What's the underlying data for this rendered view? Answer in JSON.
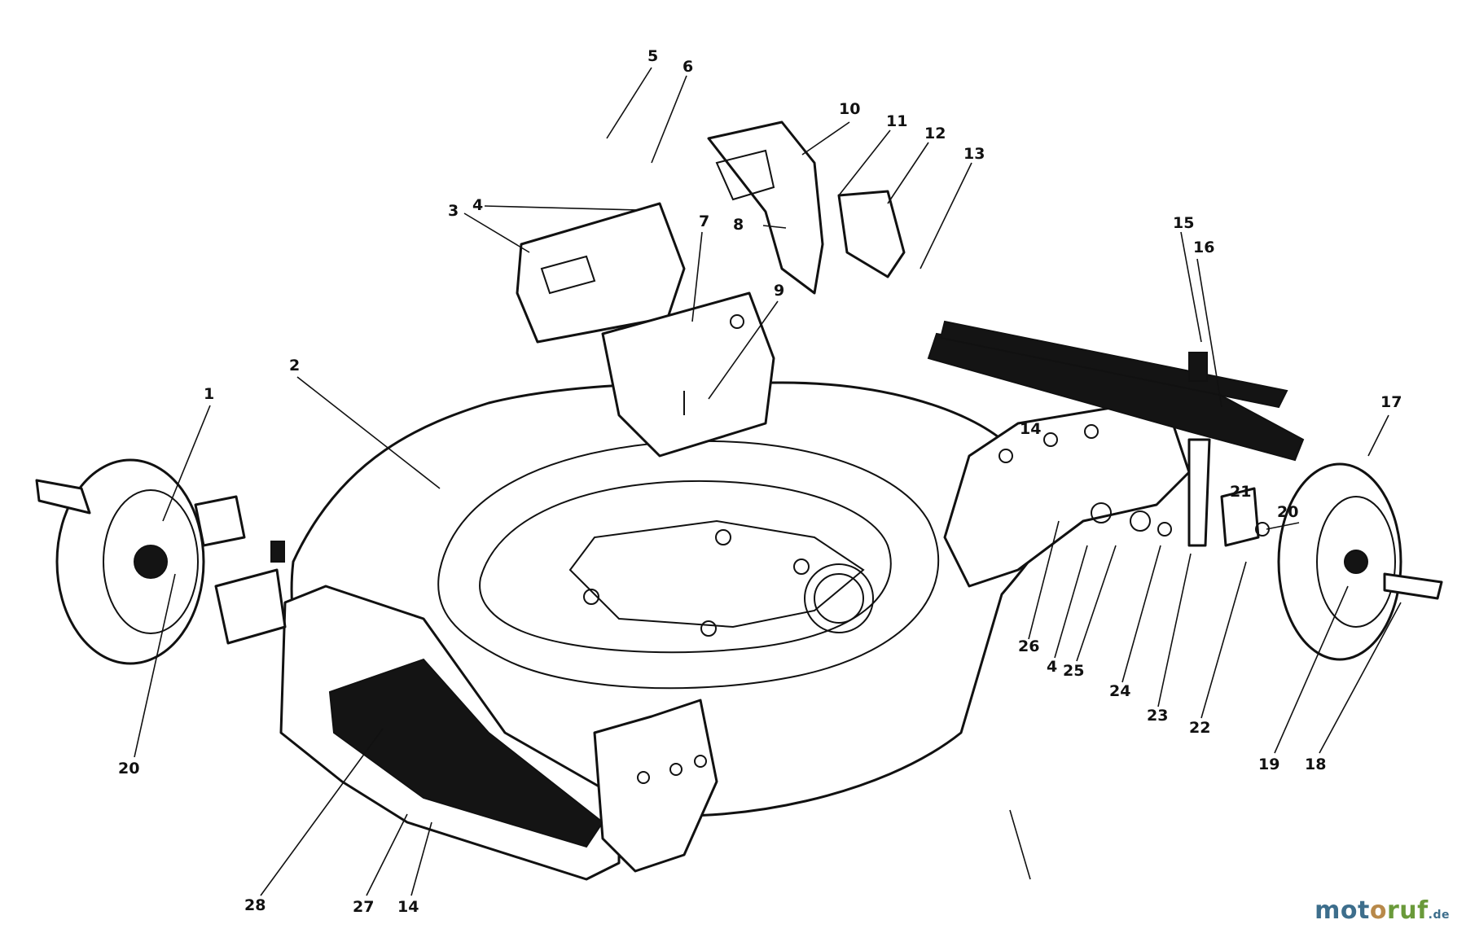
{
  "diagram": {
    "labels": [
      "1",
      "2",
      "3",
      "4",
      "5",
      "6",
      "7",
      "8",
      "9",
      "10",
      "11",
      "12",
      "13",
      "14",
      "15",
      "16",
      "17",
      "18",
      "19",
      "20",
      "21",
      "22",
      "23",
      "24",
      "25",
      "26",
      "27",
      "28"
    ],
    "extra_labels": [
      "4",
      "14",
      "20"
    ]
  },
  "watermark": {
    "parts": [
      "mot",
      "o",
      "ruf",
      ".de"
    ]
  },
  "colors": {
    "line": "#111111",
    "watermark_blue": "#3d6e8c",
    "watermark_orange": "#b8894a",
    "watermark_green": "#6a9a3a"
  }
}
